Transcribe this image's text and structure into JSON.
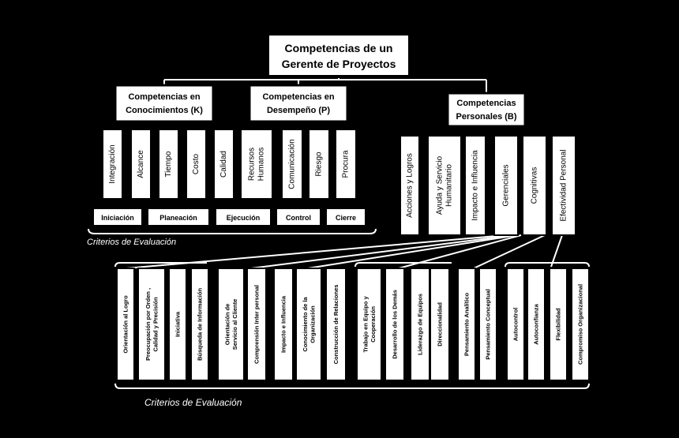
{
  "root": {
    "line1": "Competencias de un",
    "line2": "Gerente de Proyectos"
  },
  "groups": [
    {
      "line1": "Competencias en",
      "line2": "Conocimientos (K)"
    },
    {
      "line1": "Competencias en",
      "line2": "Desempeño (P)"
    },
    {
      "line1": "Competencias",
      "line2": "Personales (B)"
    }
  ],
  "knowledge_areas": [
    "Integración",
    "Alcance",
    "Tiempo",
    "Costo",
    "Calidad",
    [
      "Recursos",
      "Humanos"
    ],
    "Comunicación",
    "Riesgo",
    "Procura"
  ],
  "phases": [
    "Iniciación",
    "Planeación",
    "Ejecución",
    "Control",
    "Cierre"
  ],
  "personal_areas": [
    "Acciones y Logros",
    [
      "Ayuda y Servicio",
      "Humanitario"
    ],
    "Impacto e Influencia",
    "Gerenciales",
    "Cognitivas",
    "Efectividad Personal"
  ],
  "criteria_label_top": "Criterios de Evaluación",
  "criteria_label_bottom": "Criterios de Evaluación",
  "criteria_groups": [
    [
      "Orientación al Logro",
      [
        "Preocupación por Orden ,",
        "Calidad y Precisión"
      ],
      "Iniciativa",
      "Búsqueda de Información"
    ],
    [
      [
        "Orientación de",
        "Servicio al Cliente"
      ],
      "Comprensión Inter personal"
    ],
    [
      "Impacto e Influencia",
      [
        "Conocimiento de la",
        "Organización"
      ],
      "Construcción de Relaciones"
    ],
    [
      [
        "Trabajo en Equipo y",
        "Cooperación"
      ],
      "Desarrollo de los Demás",
      "Liderazgo de Equipos",
      "Direccionalidad"
    ],
    [
      "Pensamiento Analítico",
      "Pensamiento Conceptual"
    ],
    [
      "Autocontrol",
      "Autoconfianza",
      "Flexibilidad",
      "Compromiso Organizacional"
    ]
  ]
}
